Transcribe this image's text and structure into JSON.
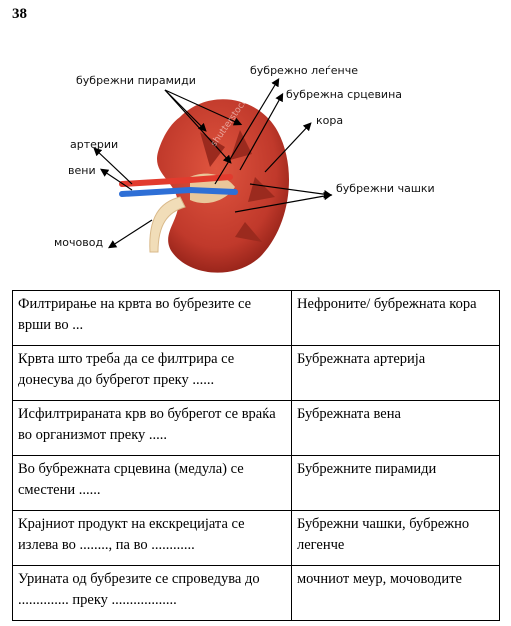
{
  "page": {
    "number": "38"
  },
  "figure": {
    "labels": {
      "pyramids": "бубрежни пирамиди",
      "pelvis": "бубрежно леѓенче",
      "medulla": "бубрежна срцевина",
      "cortex": "кора",
      "arteries": "артерии",
      "veins": "вени",
      "calyces": "бубрежни чашки",
      "ureter": "мочовод"
    },
    "watermark": "shutterstock",
    "colors": {
      "kidney": "#c0392b",
      "artery": "#e23b2e",
      "vein": "#2e6fd6",
      "ureter": "#f1ddb8"
    }
  },
  "table": {
    "rows": [
      {
        "question": "Филтрирање на крвта во бубрезите се врши во ...",
        "answer": "Нефроните/ бубрежната кора"
      },
      {
        "question": "Крвта што треба да се филтрира се донесува до бубрегот преку ......",
        "answer": "Бубрежната артерија"
      },
      {
        "question": "Исфилтрираната крв во бубрегот се враќа во организмот преку .....",
        "answer": "Бубрежната вена"
      },
      {
        "question": "Во бубрежната срцевина (медула) се сместени ......",
        "answer": "Бубрежните пирамиди"
      },
      {
        "question": "Крајниот продукт на екскрецијата се излева во ........, па во ............",
        "answer": "Бубрежни чашки, бубрежно легенче"
      },
      {
        "question": "Урината од бубрезите се спроведува до .............. преку ..................",
        "answer": "мочниот меур, мочоводите"
      }
    ]
  }
}
